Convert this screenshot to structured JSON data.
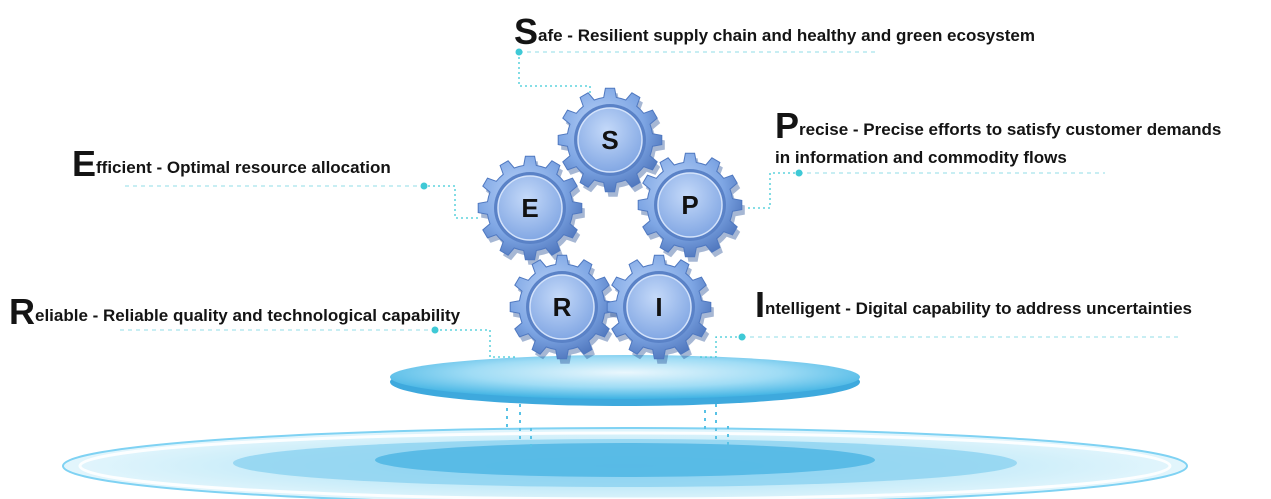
{
  "items": [
    {
      "id": "safe",
      "gear": "S",
      "initial": "S",
      "rest": "afe - Resilient supply chain and healthy and green ecosystem",
      "rest2": ""
    },
    {
      "id": "precise",
      "gear": "P",
      "initial": "P",
      "rest": "recise - Precise efforts to satisfy customer demands",
      "rest2": "in information and commodity flows"
    },
    {
      "id": "efficient",
      "gear": "E",
      "initial": "E",
      "rest": "fficient - Optimal resource allocation",
      "rest2": ""
    },
    {
      "id": "reliable",
      "gear": "R",
      "initial": "R",
      "rest": "eliable - Reliable quality and technological capability",
      "rest2": ""
    },
    {
      "id": "intelligent",
      "gear": "I",
      "initial": "I",
      "rest": "ntelligent - Digital capability to address uncertainties",
      "rest2": ""
    }
  ],
  "colors": {
    "gear_fill": "#7fa8e6",
    "gear_edge": "#4f78c0",
    "gear_face": "#9dbdf0",
    "connector": "#3fc9d6",
    "platform_top": "#7fd0f2",
    "platform_edge": "#2fa6dc"
  }
}
